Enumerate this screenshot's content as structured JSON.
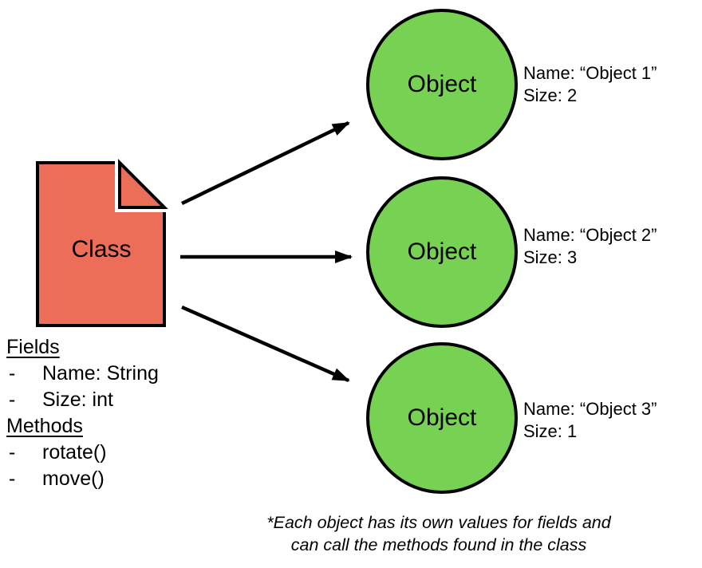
{
  "diagram": {
    "background": "#ffffff",
    "class_shape": {
      "label": "Class",
      "fill": "#EC6D58",
      "stroke": "#000000"
    },
    "class_details": {
      "bullet": "-",
      "fields_heading": "Fields",
      "fields": [
        "Name: String",
        "Size: int"
      ],
      "methods_heading": "Methods",
      "methods": [
        "rotate()",
        "move()"
      ]
    },
    "objects": [
      {
        "label": "Object",
        "name_line": "Name: “Object 1”",
        "size_line": "Size: 2"
      },
      {
        "label": "Object",
        "name_line": "Name: “Object 2”",
        "size_line": "Size: 3"
      },
      {
        "label": "Object",
        "name_line": "Name: “Object 3”",
        "size_line": "Size: 1"
      }
    ],
    "object_style": {
      "fill": "#77D152",
      "stroke": "#000000"
    },
    "footnote": {
      "line1": "*Each object has its own values for fields and",
      "line2": "can call the methods found in the class"
    }
  }
}
